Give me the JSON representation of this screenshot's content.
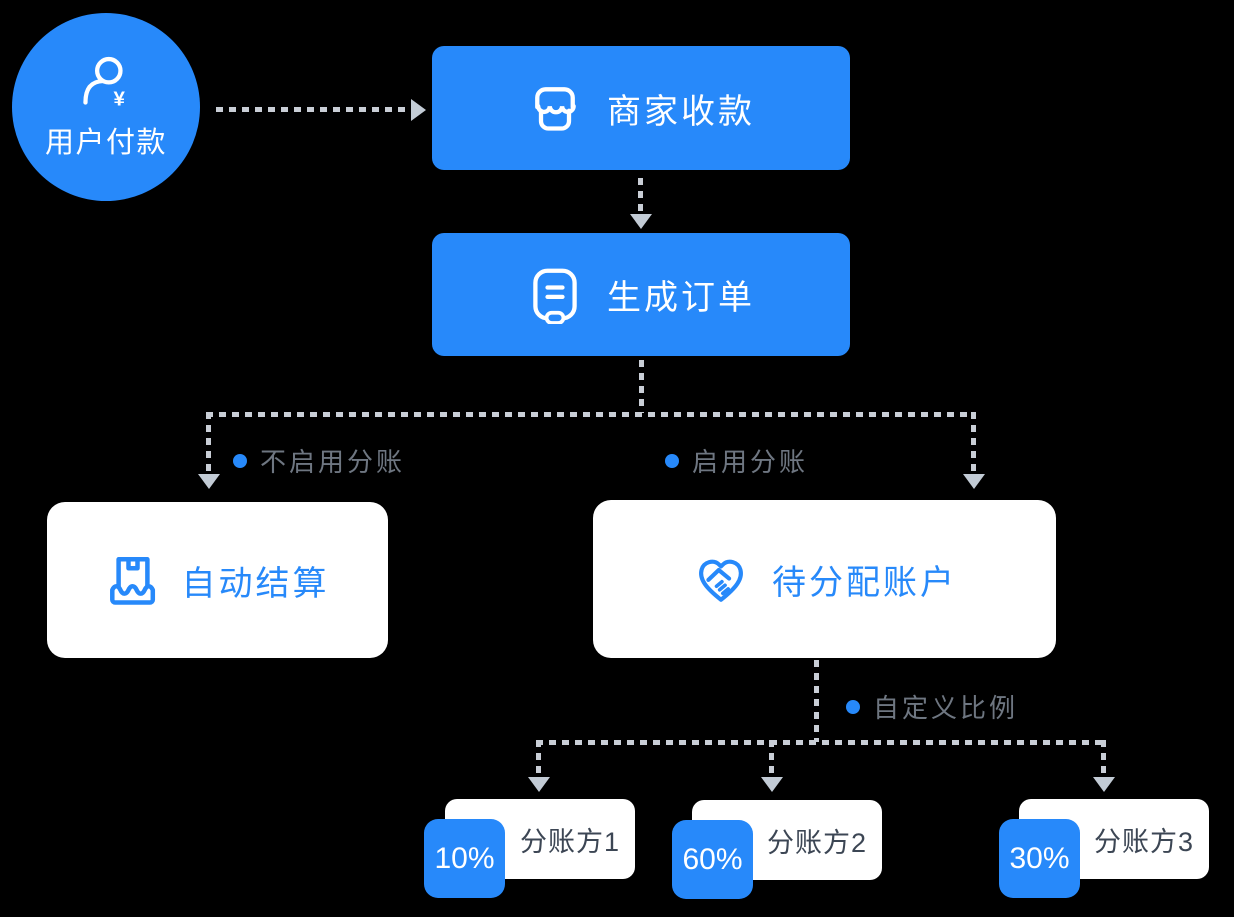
{
  "flow": {
    "user": {
      "label": "用户付款",
      "icon": "user-yen-icon"
    },
    "merchant": {
      "label": "商家收款",
      "icon": "storefront-icon"
    },
    "order": {
      "label": "生成订单",
      "icon": "order-receipt-icon"
    },
    "settle": {
      "label": "自动结算",
      "icon": "settlement-box-icon"
    },
    "pending": {
      "label": "待分配账户",
      "icon": "heart-handshake-icon"
    }
  },
  "branches": {
    "no_split": "不启用分账",
    "split": "启用分账",
    "custom_ratio": "自定义比例"
  },
  "recipients": [
    {
      "percent": "10%",
      "label": "分账方1"
    },
    {
      "percent": "60%",
      "label": "分账方2"
    },
    {
      "percent": "30%",
      "label": "分账方3"
    }
  ],
  "colors": {
    "accent": "#2789fa",
    "node_background": "#ffffff",
    "node_text_on_blue": "#ffffff",
    "branch_label_text": "#6e7681",
    "card_text": "#3c4654",
    "dotted_line": "#c9ced6",
    "arrowhead": "#c2cbd5",
    "background": "#000000"
  }
}
